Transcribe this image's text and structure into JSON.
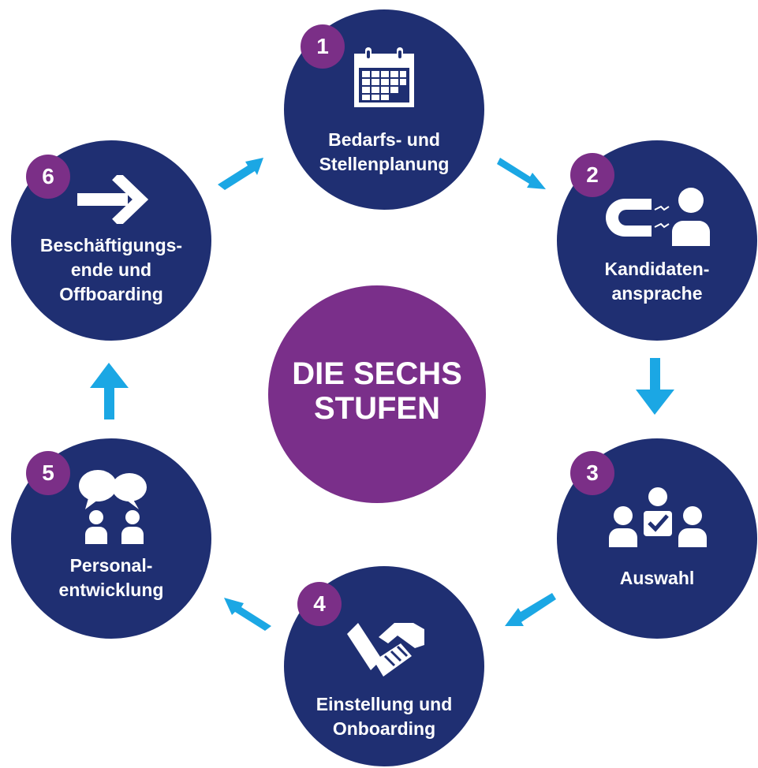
{
  "colors": {
    "stage_fill": "#1f2f72",
    "badge_fill": "#7b2f87",
    "center_fill": "#7a2f8a",
    "arrow_color": "#1ba7e4",
    "text": "#ffffff"
  },
  "center": {
    "title": "DIE SECHS\nSTUFEN"
  },
  "stages": [
    {
      "number": "1",
      "label": "Bedarfs- und\nStellenplanung",
      "icon": "calendar-icon"
    },
    {
      "number": "2",
      "label": "Kandidaten-\nansprache",
      "icon": "magnet-person-icon"
    },
    {
      "number": "3",
      "label": "Auswahl",
      "icon": "group-check-icon"
    },
    {
      "number": "4",
      "label": "Einstellung und\nOnboarding",
      "icon": "handshake-icon"
    },
    {
      "number": "5",
      "label": "Personal-\nentwicklung",
      "icon": "speech-bubbles-people-icon"
    },
    {
      "number": "6",
      "label": "Beschäftigungs-\nende und\nOffboarding",
      "icon": "arrow-right-icon"
    }
  ],
  "connectors": [
    {
      "from": "1",
      "to": "2",
      "direction": "down-right"
    },
    {
      "from": "2",
      "to": "3",
      "direction": "down"
    },
    {
      "from": "3",
      "to": "4",
      "direction": "down-left"
    },
    {
      "from": "4",
      "to": "5",
      "direction": "up-left"
    },
    {
      "from": "5",
      "to": "6",
      "direction": "up"
    },
    {
      "from": "6",
      "to": "1",
      "direction": "up-right"
    }
  ]
}
